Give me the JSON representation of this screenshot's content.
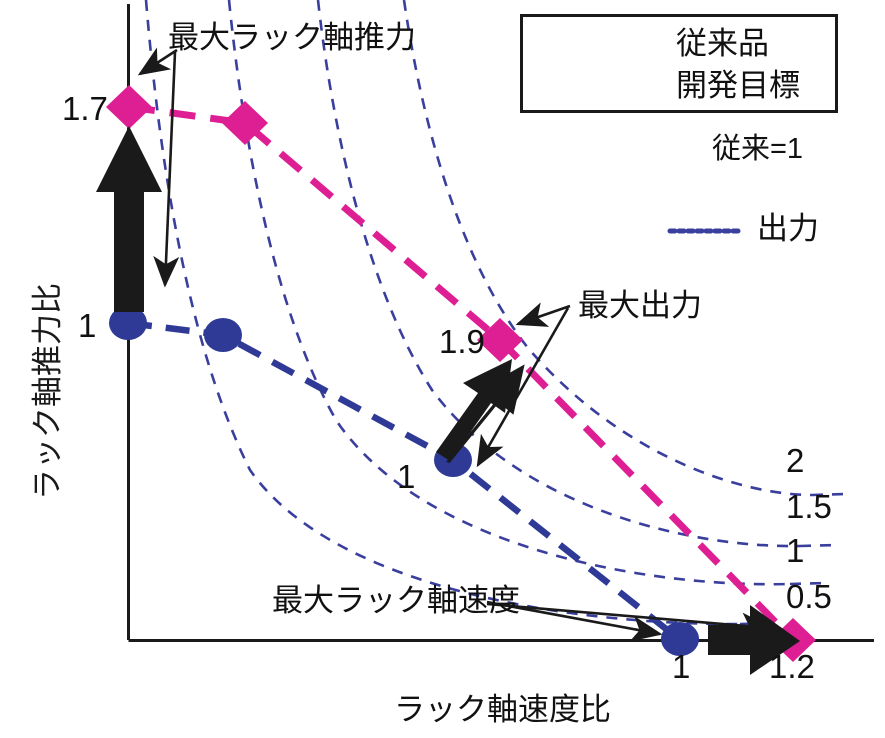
{
  "chart_data": {
    "type": "line",
    "title": "",
    "xlabel": "ラック軸速度比",
    "ylabel": "ラック軸推力比",
    "xlim": [
      0,
      1.35
    ],
    "ylim": [
      0,
      1.95
    ],
    "grid": false,
    "legend_position": "top-right",
    "series": [
      {
        "name": "従来品",
        "color": "#2e3a96",
        "marker": "circle",
        "linestyle": "dashed",
        "x": [
          0,
          0.165,
          0.56,
          0.96
        ],
        "y": [
          1.0,
          0.975,
          0.62,
          0.0
        ],
        "point_labels": [
          "1",
          "",
          "1",
          "1"
        ]
      },
      {
        "name": "開発目標",
        "color": "#de1f93",
        "marker": "diamond",
        "linestyle": "dashed",
        "x": [
          0,
          0.205,
          0.66,
          1.18
        ],
        "y": [
          1.7,
          1.66,
          1.19,
          0.0
        ],
        "point_labels": [
          "1.7",
          "",
          "1.9",
          "1.2"
        ]
      }
    ],
    "power_curves": {
      "name": "出力",
      "color": "#3a3f9e",
      "linestyle": "dotted",
      "labels": [
        "2",
        "1.5",
        "1",
        "0.5"
      ],
      "label_values": [
        2,
        1.5,
        1,
        0.5
      ]
    },
    "axis_tick_labels": {
      "y": [
        "1.7",
        "1"
      ],
      "x": [
        "1",
        "1.2"
      ],
      "interior": [
        "1.9",
        "1"
      ]
    },
    "annotations": [
      {
        "id": "max-rack-thrust",
        "text": "最大ラック軸推力"
      },
      {
        "id": "max-output",
        "text": "最大出力"
      },
      {
        "id": "max-rack-speed",
        "text": "最大ラック軸速度"
      }
    ],
    "notes": [
      "従来=1"
    ]
  },
  "axes": {
    "y_label": "ラック軸推力比",
    "x_label": "ラック軸速度比",
    "y_ticks": [
      {
        "label": "1.7"
      },
      {
        "label": "1"
      }
    ],
    "x_ticks": [
      {
        "label": "1"
      },
      {
        "label": "1.2"
      }
    ],
    "inner_labels": [
      {
        "label": "1.9"
      },
      {
        "label": "1"
      }
    ]
  },
  "curve_labels": [
    {
      "label": "2"
    },
    {
      "label": "1.5"
    },
    {
      "label": "1"
    },
    {
      "label": "0.5"
    }
  ],
  "legend": {
    "items": [
      {
        "label": "従来品",
        "marker": "circle",
        "color": "#2e3a96"
      },
      {
        "label": "開発目標",
        "marker": "diamond",
        "color": "#de1f93"
      }
    ],
    "baseline_note": "従来=1",
    "power_note": "出力"
  },
  "annotations": {
    "thrust": "最大ラック軸推力",
    "output": "最大出力",
    "speed": "最大ラック軸速度"
  },
  "colors": {
    "blue": "#2e3a96",
    "blue_light": "#4b53b5",
    "magenta": "#de1f93",
    "magenta_dark": "#c51f84",
    "axis": "#1a1a1a",
    "arrow": "#1a1a1a"
  }
}
